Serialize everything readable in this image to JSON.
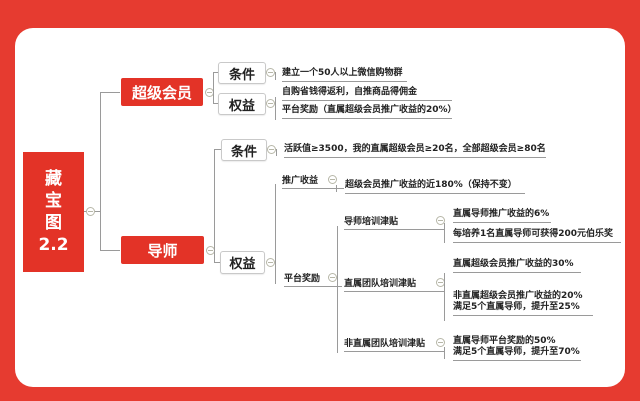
{
  "colors": {
    "frame": "#e63b30",
    "node_red": "#e33327",
    "card": "#ffffff",
    "line": "#9a9a9a"
  },
  "root": {
    "lines": [
      "藏",
      "宝",
      "图",
      "2.2"
    ]
  },
  "super_member": {
    "label": "超级会员",
    "conditions": {
      "label": "条件",
      "items": [
        "建立一个50人以上微信购物群"
      ]
    },
    "benefits": {
      "label": "权益",
      "items": [
        "自购省钱得返利，自推商品得佣金",
        "平台奖励（直属超级会员推广收益的20%）"
      ]
    }
  },
  "mentor": {
    "label": "导师",
    "conditions": {
      "label": "条件",
      "items": [
        "活跃值≥3500，我的直属超级会员≥20名，全部超级会员≥80名"
      ]
    },
    "benefits": {
      "label": "权益",
      "promotion": {
        "label": "推广收益",
        "items": [
          "超级会员推广收益的近180%（保持不变）"
        ]
      },
      "platform_reward": {
        "label": "平台奖励",
        "mentor_training": {
          "label": "导师培训津贴",
          "items": [
            "直属导师推广收益的6%",
            "每培养1名直属导师可获得200元伯乐奖"
          ]
        },
        "direct_team": {
          "label": "直属团队培训津贴",
          "items": [
            "直属超级会员推广收益的30%",
            "非直属超级会员推广收益的20%",
            "满足5个直属导师，提升至25%"
          ]
        },
        "indirect_team": {
          "label": "非直属团队培训津贴",
          "items": [
            "直属导师平台奖励的50%",
            "满足5个直属导师，提升至70%"
          ]
        }
      }
    }
  }
}
